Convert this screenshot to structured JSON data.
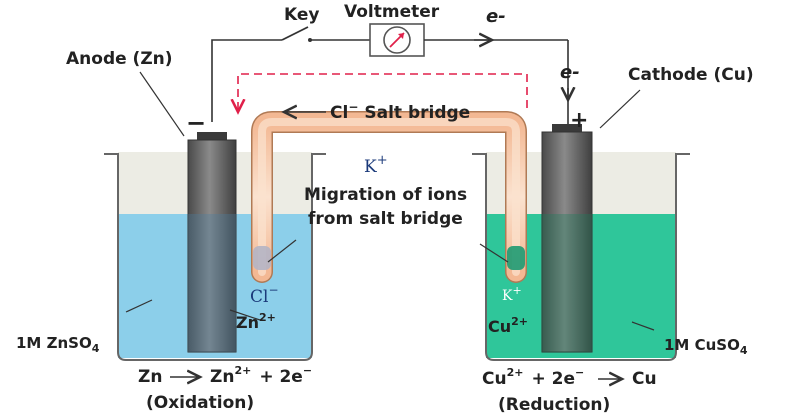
{
  "labels": {
    "key": "Key",
    "voltmeter": "Voltmeter",
    "electron_top": "e-",
    "electron_right": "e-",
    "anode": "Anode (Zn)",
    "cathode": "Cathode (Cu)",
    "minus_sign": "−",
    "plus_sign": "+",
    "salt_bridge_anion": "Cl",
    "salt_bridge_anion_charge": "−",
    "salt_bridge_text": "Salt bridge",
    "cation_k": "K",
    "cation_k_charge": "+",
    "migration_line1": "Migration of ions",
    "migration_line2": "from salt bridge",
    "cl_in_tube": "Cl",
    "cl_in_tube_charge": "−",
    "k_in_tube": "K",
    "k_in_tube_charge": "+",
    "zn_ion": "Zn",
    "zn_ion_charge": "2+",
    "cu_ion": "Cu",
    "cu_ion_charge": "2+",
    "left_solution": "1M ZnSO",
    "left_solution_sub": "4",
    "right_solution": "1M CuSO",
    "right_solution_sub": "4",
    "left_eq_zn": "Zn",
    "left_eq_product": "Zn",
    "left_eq_product_charge": "2+",
    "left_eq_electrons": "+ 2e",
    "left_eq_electron_charge": "−",
    "oxidation": "(Oxidation)",
    "right_eq_cu_ion": "Cu",
    "right_eq_cu_ion_charge": "2+",
    "right_eq_electrons": "+ 2e",
    "right_eq_electron_charge": "−",
    "right_eq_product": "Cu",
    "reduction": "(Reduction)"
  },
  "colors": {
    "wire": "#333333",
    "label_text": "#222222",
    "electron_text": "#3a2a6a",
    "plus_minus": "#e0204a",
    "dashed_arrow": "#e0204a",
    "left_solution": "#8ccfea",
    "right_solution": "#2fc69a",
    "beaker_glass": "#ecece4",
    "salt_bridge": "#f6c9a8",
    "electrode": "#6f6f6f"
  }
}
